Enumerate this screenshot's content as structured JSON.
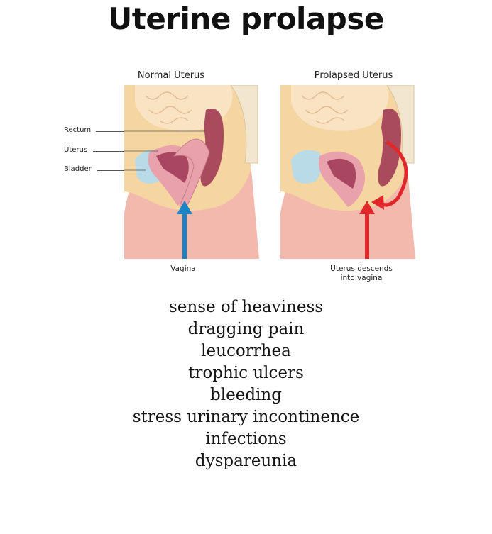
{
  "title": "Uterine prolapse",
  "normal": {
    "heading": "Normal Uterus",
    "labels": {
      "rectum": "Rectum",
      "uterus": "Uterus",
      "bladder": "Bladder"
    },
    "caption": "Vagina",
    "arrow_color": "#1a84c6"
  },
  "prolapsed": {
    "heading": "Prolapsed Uterus",
    "caption_line1": "Uterus descends",
    "caption_line2": "into vagina",
    "arrow_color": "#e0282a"
  },
  "colors": {
    "skin": "#f3b9ad",
    "fat": "#f5d6a1",
    "intestine": "#f9e3c3",
    "uterus": "#e9a2ac",
    "uterus_inner": "#a94763",
    "bladder": "#b9dbe7",
    "rectum": "#a94b5d"
  },
  "symptoms": [
    "sense of heaviness",
    "dragging pain",
    "leucorrhea",
    "trophic ulcers",
    "bleeding",
    "stress urinary incontinence",
    "infections",
    "dyspareunia"
  ]
}
